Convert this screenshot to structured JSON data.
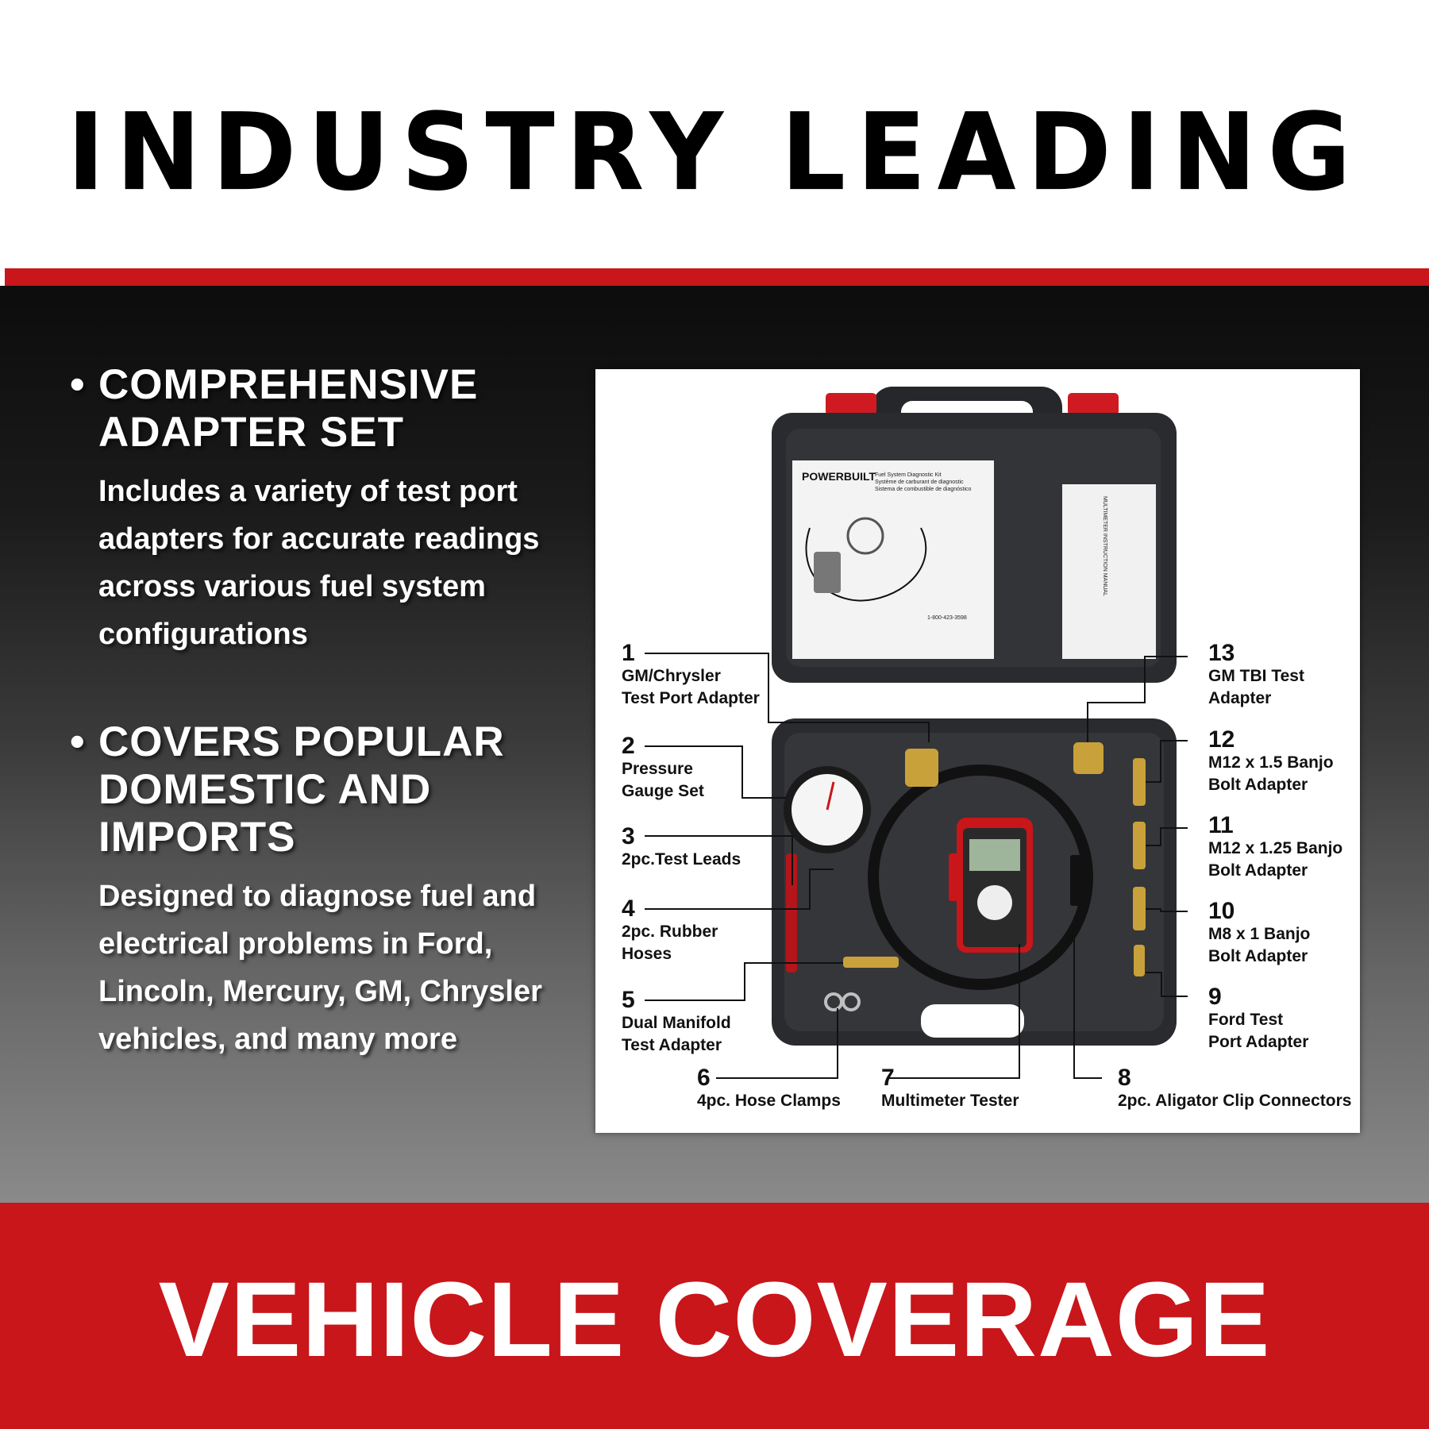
{
  "header": {
    "title": "INDUSTRY LEADING"
  },
  "footer": {
    "title": "VEHICLE COVERAGE"
  },
  "features": [
    {
      "title": "COMPREHENSIVE ADAPTER SET",
      "body": "Includes a variety of test port adapters for accurate readings across various fuel system configurations"
    },
    {
      "title": "COVERS POPULAR DOMESTIC AND IMPORTS",
      "body": "Designed to diagnose fuel and electrical problems in Ford, Lincoln, Mercury, GM, Chrysler vehicles, and many more"
    }
  ],
  "kit": {
    "brand": "POWERBUILT",
    "manual_title_lines": [
      "Fuel System Diagnostic Kit",
      "Système de carburant de diagnostic",
      "Sistema de combustible de diagnóstico"
    ],
    "manual_phone": "1-800-423-3598",
    "multimeter_manual_title": "MULTIMETER INSTRUCTION MANUAL",
    "callouts": [
      {
        "num": "1",
        "label": "GM/Chrysler\nTest Port Adapter"
      },
      {
        "num": "2",
        "label": "Pressure\nGauge Set"
      },
      {
        "num": "3",
        "label": "2pc.Test Leads"
      },
      {
        "num": "4",
        "label": "2pc. Rubber\nHoses"
      },
      {
        "num": "5",
        "label": "Dual Manifold\nTest Adapter"
      },
      {
        "num": "6",
        "label": "4pc. Hose Clamps"
      },
      {
        "num": "7",
        "label": "Multimeter Tester"
      },
      {
        "num": "8",
        "label": "2pc. Aligator Clip Connectors"
      },
      {
        "num": "9",
        "label": "Ford Test\nPort Adapter"
      },
      {
        "num": "10",
        "label": "M8 x 1 Banjo\nBolt Adapter"
      },
      {
        "num": "11",
        "label": "M12 x 1.25 Banjo\nBolt Adapter"
      },
      {
        "num": "12",
        "label": "M12 x 1.5 Banjo\nBolt Adapter"
      },
      {
        "num": "13",
        "label": "GM TBI Test\nAdapter"
      }
    ]
  },
  "colors": {
    "accent_red": "#c8161b",
    "case_black": "#2a2b2e",
    "brass": "#c9a13a"
  }
}
